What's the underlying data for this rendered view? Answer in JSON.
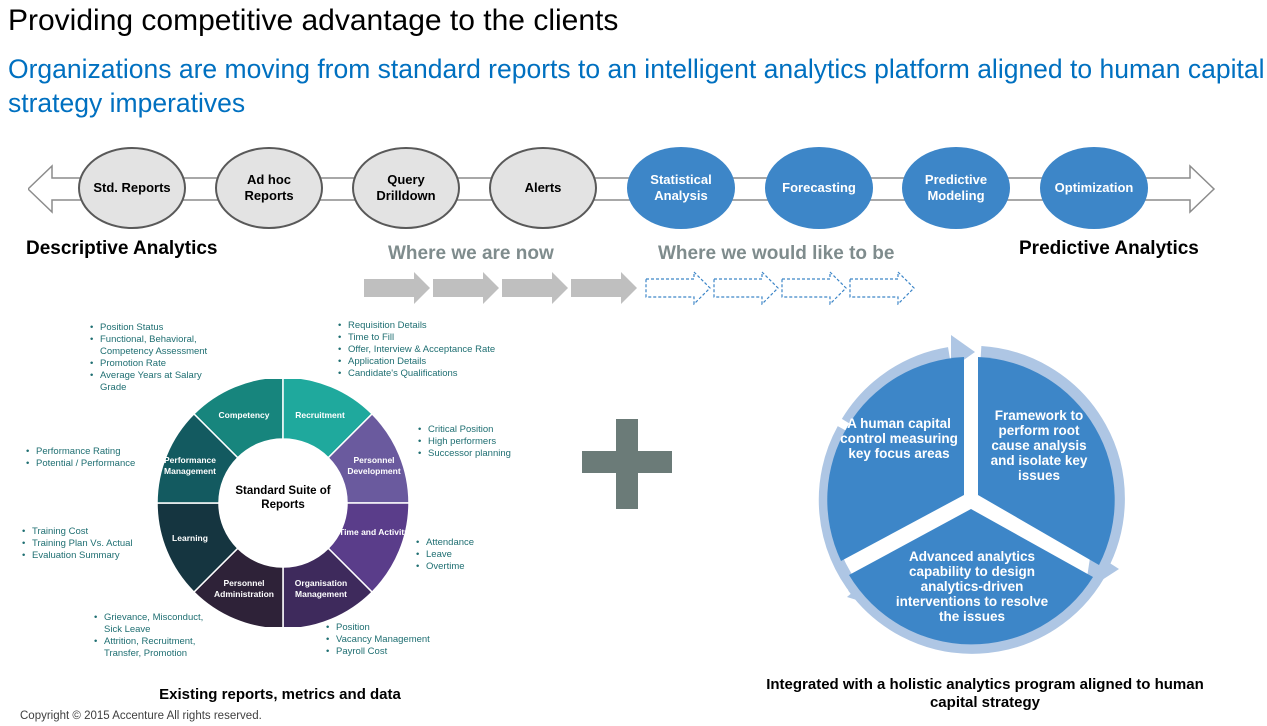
{
  "title": "Providing competitive advantage to the clients",
  "subtitle": "Organizations are moving from standard reports to an intelligent analytics platform aligned to human capital strategy imperatives",
  "maturity": {
    "steps": [
      {
        "label": "Std. Reports",
        "state": "current"
      },
      {
        "label": "Ad hoc Reports",
        "state": "current"
      },
      {
        "label": "Query Drilldown",
        "state": "current"
      },
      {
        "label": "Alerts",
        "state": "current"
      },
      {
        "label": "Statistical Analysis",
        "state": "target"
      },
      {
        "label": "Forecasting",
        "state": "target"
      },
      {
        "label": "Predictive Modeling",
        "state": "target"
      },
      {
        "label": "Optimization",
        "state": "target"
      }
    ],
    "left_label": "Descriptive Analytics",
    "right_label": "Predictive Analytics",
    "now_label": "Where we are now",
    "future_label": "Where we would like to be",
    "colors": {
      "current": "#e3e3e3",
      "target": "#3d86c8"
    }
  },
  "wheel": {
    "center": "Standard Suite of Reports",
    "segments": [
      "Competency",
      "Recruitment",
      "Personnel Development",
      "Time and Activity",
      "Organisation Management",
      "Personnel Administration",
      "Learning",
      "Performance Management"
    ],
    "colors": [
      "#17857d",
      "#1fa99d",
      "#6a5a9e",
      "#5a3d8a",
      "#3e2a5c",
      "#2e2238",
      "#153540",
      "#135a60"
    ],
    "bullets": {
      "competency": [
        "Position Status",
        "Functional, Behavioral,",
        "Competency Assessment",
        "Promotion Rate",
        "Average Years at Salary",
        "Grade"
      ],
      "recruitment": [
        "Requisition Details",
        "Time to Fill",
        "Offer, Interview & Acceptance Rate",
        "Application Details",
        "Candidate's Qualifications"
      ],
      "personnel_development": [
        "Critical Position",
        "High performers",
        "Successor planning"
      ],
      "time": [
        "Attendance",
        "Leave",
        "Overtime"
      ],
      "organisation": [
        "Position",
        "Vacancy Management",
        "Payroll Cost"
      ],
      "administration": [
        "Grievance, Misconduct,",
        "Sick Leave",
        "Attrition, Recruitment,",
        "Transfer, Promotion"
      ],
      "learning": [
        "Training Cost",
        "Training Plan Vs. Actual",
        "Evaluation Summary"
      ],
      "performance": [
        "Performance Rating",
        "Potential / Performance"
      ]
    },
    "caption": "Existing reports, metrics and data"
  },
  "cycle": {
    "items": [
      "A human capital control measuring key focus areas",
      "Framework to perform root cause analysis and isolate key issues",
      "Advanced analytics capability to design analytics-driven interventions to resolve the issues"
    ],
    "caption": "Integrated with a holistic analytics program aligned to human capital strategy"
  },
  "footer": "Copyright © 2015 Accenture  All rights reserved."
}
